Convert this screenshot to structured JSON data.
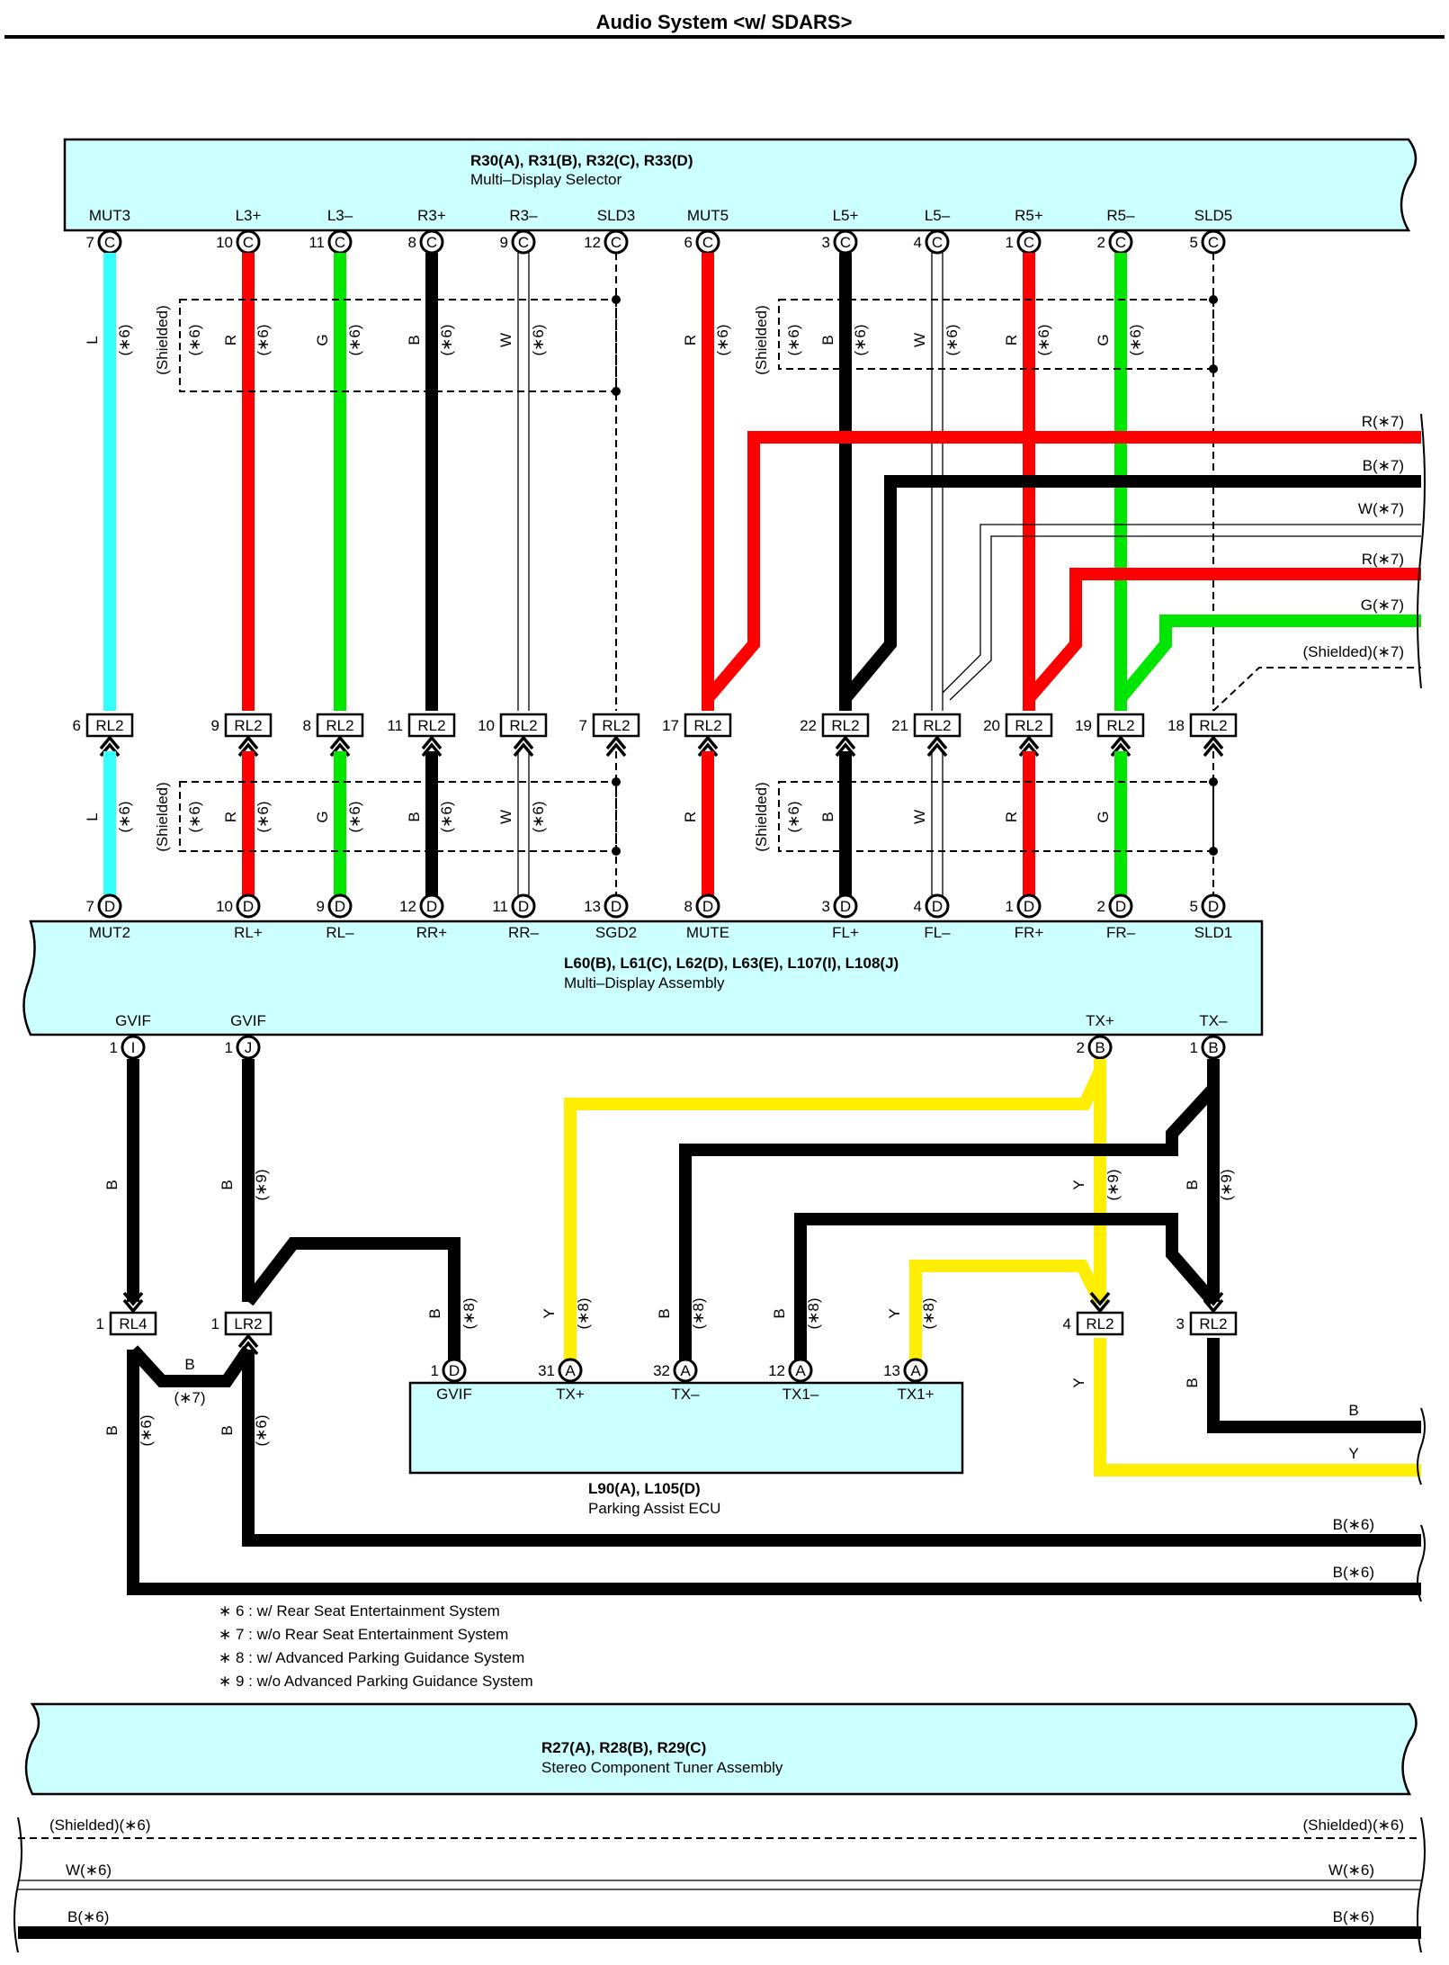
{
  "title": "Audio System <w/ SDARS>",
  "multi_display_selector": {
    "codes": "R30(A), R31(B), R32(C), R33(D)",
    "name": "Multi–Display Selector",
    "terminals": [
      "MUT3",
      "L3+",
      "L3–",
      "R3+",
      "R3–",
      "SLD3",
      "MUT5",
      "L5+",
      "L5–",
      "R5+",
      "R5–",
      "SLD5"
    ],
    "pins": [
      "7",
      "10",
      "11",
      "8",
      "9",
      "12",
      "6",
      "3",
      "4",
      "1",
      "2",
      "5"
    ],
    "connector": "C"
  },
  "upper_wire_labels": [
    {
      "color": "L",
      "note": "(∗6)"
    },
    {
      "color": "R",
      "note": "(∗6)"
    },
    {
      "color": "G",
      "note": "(∗6)"
    },
    {
      "color": "B",
      "note": "(∗6)"
    },
    {
      "color": "W",
      "note": "(∗6)"
    },
    {
      "color": "R",
      "note": "(∗6)"
    },
    {
      "color": "B",
      "note": "(∗6)"
    },
    {
      "color": "W",
      "note": "(∗6)"
    },
    {
      "color": "R",
      "note": "(∗6)"
    },
    {
      "color": "G",
      "note": "(∗6)"
    }
  ],
  "lower_wire_labels": [
    {
      "color": "L",
      "note": "(∗6)"
    },
    {
      "color": "R",
      "note": "(∗6)"
    },
    {
      "color": "G",
      "note": "(∗6)"
    },
    {
      "color": "B",
      "note": "(∗6)"
    },
    {
      "color": "W",
      "note": "(∗6)"
    },
    {
      "color": "R",
      "note": ""
    },
    {
      "color": "B",
      "note": ""
    },
    {
      "color": "W",
      "note": ""
    },
    {
      "color": "R",
      "note": ""
    },
    {
      "color": "G",
      "note": ""
    }
  ],
  "shielded": {
    "label": "(Shielded)",
    "note": "(∗6)"
  },
  "right_wires": [
    "R(∗7)",
    "B(∗7)",
    "W(∗7)",
    "R(∗7)",
    "G(∗7)",
    "(Shielded)(∗7)"
  ],
  "relay_row": {
    "name": "RL2",
    "numbers": [
      "6",
      "9",
      "8",
      "11",
      "10",
      "7",
      "17",
      "22",
      "21",
      "20",
      "19",
      "18"
    ]
  },
  "multi_display_assembly": {
    "codes": "L60(B), L61(C), L62(D), L63(E), L107(I), L108(J)",
    "name": "Multi–Display Assembly",
    "top_pins": [
      "7",
      "10",
      "9",
      "12",
      "11",
      "13",
      "8",
      "3",
      "4",
      "1",
      "2",
      "5"
    ],
    "top_connector": "D",
    "top_terminals": [
      "MUT2",
      "RL+",
      "RL–",
      "RR+",
      "RR–",
      "SGD2",
      "MUTE",
      "FL+",
      "FL–",
      "FR+",
      "FR–",
      "SLD1"
    ],
    "bottom_terminals": [
      "GVIF",
      "GVIF",
      "TX+",
      "TX–"
    ],
    "bottom_pins": [
      "1",
      "1",
      "2",
      "1"
    ],
    "bottom_connectors": [
      "I",
      "J",
      "B",
      "B"
    ]
  },
  "lower_section": {
    "labels": {
      "b": "B",
      "y": "Y",
      "n6": "(∗6)",
      "n7": "(∗7)",
      "n8": "(∗8)",
      "n9": "(∗9)"
    },
    "relays": [
      {
        "num": "1",
        "name": "RL4"
      },
      {
        "num": "1",
        "name": "LR2"
      },
      {
        "num": "4",
        "name": "RL2"
      },
      {
        "num": "3",
        "name": "RL2"
      }
    ],
    "right_outputs": [
      "B",
      "Y",
      "B(∗6)",
      "B(∗6)"
    ]
  },
  "parking_ecu": {
    "codes": "L90(A), L105(D)",
    "name": "Parking Assist ECU",
    "pins": [
      "1",
      "31",
      "32",
      "12",
      "13"
    ],
    "connectors": [
      "D",
      "A",
      "A",
      "A",
      "A"
    ],
    "terminals": [
      "GVIF",
      "TX+",
      "TX–",
      "TX1–",
      "TX1+"
    ]
  },
  "notes": [
    "∗ 6 : w/ Rear Seat Entertainment System",
    "∗ 7 : w/o Rear Seat Entertainment System",
    "∗ 8 : w/ Advanced Parking Guidance System",
    "∗ 9 : w/o Advanced Parking Guidance System"
  ],
  "tuner": {
    "codes": "R27(A), R28(B), R29(C)",
    "name": "Stereo Component Tuner Assembly",
    "wires": [
      "(Shielded)(∗6)",
      "W(∗6)",
      "B(∗6)"
    ]
  }
}
